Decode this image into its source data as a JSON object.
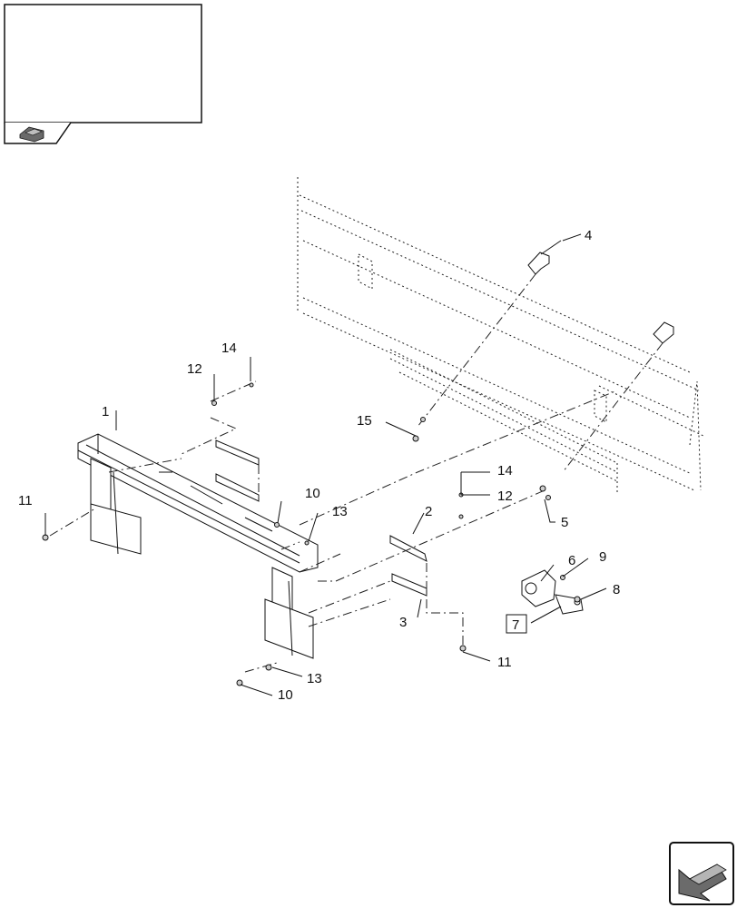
{
  "thumbnail": {
    "icon": "view-orientation-icon"
  },
  "nav": {
    "icon": "previous-page-arrow-icon"
  },
  "callouts": {
    "c1": "1",
    "c2": "2",
    "c3": "3",
    "c4": "4",
    "c5": "5",
    "c6": "6",
    "c7": "7",
    "c8": "8",
    "c9": "9",
    "c10a": "10",
    "c10b": "10",
    "c11a": "11",
    "c11b": "11",
    "c12a": "12",
    "c12b": "12",
    "c13a": "13",
    "c13b": "13",
    "c14a": "14",
    "c14b": "14",
    "c15": "15"
  }
}
